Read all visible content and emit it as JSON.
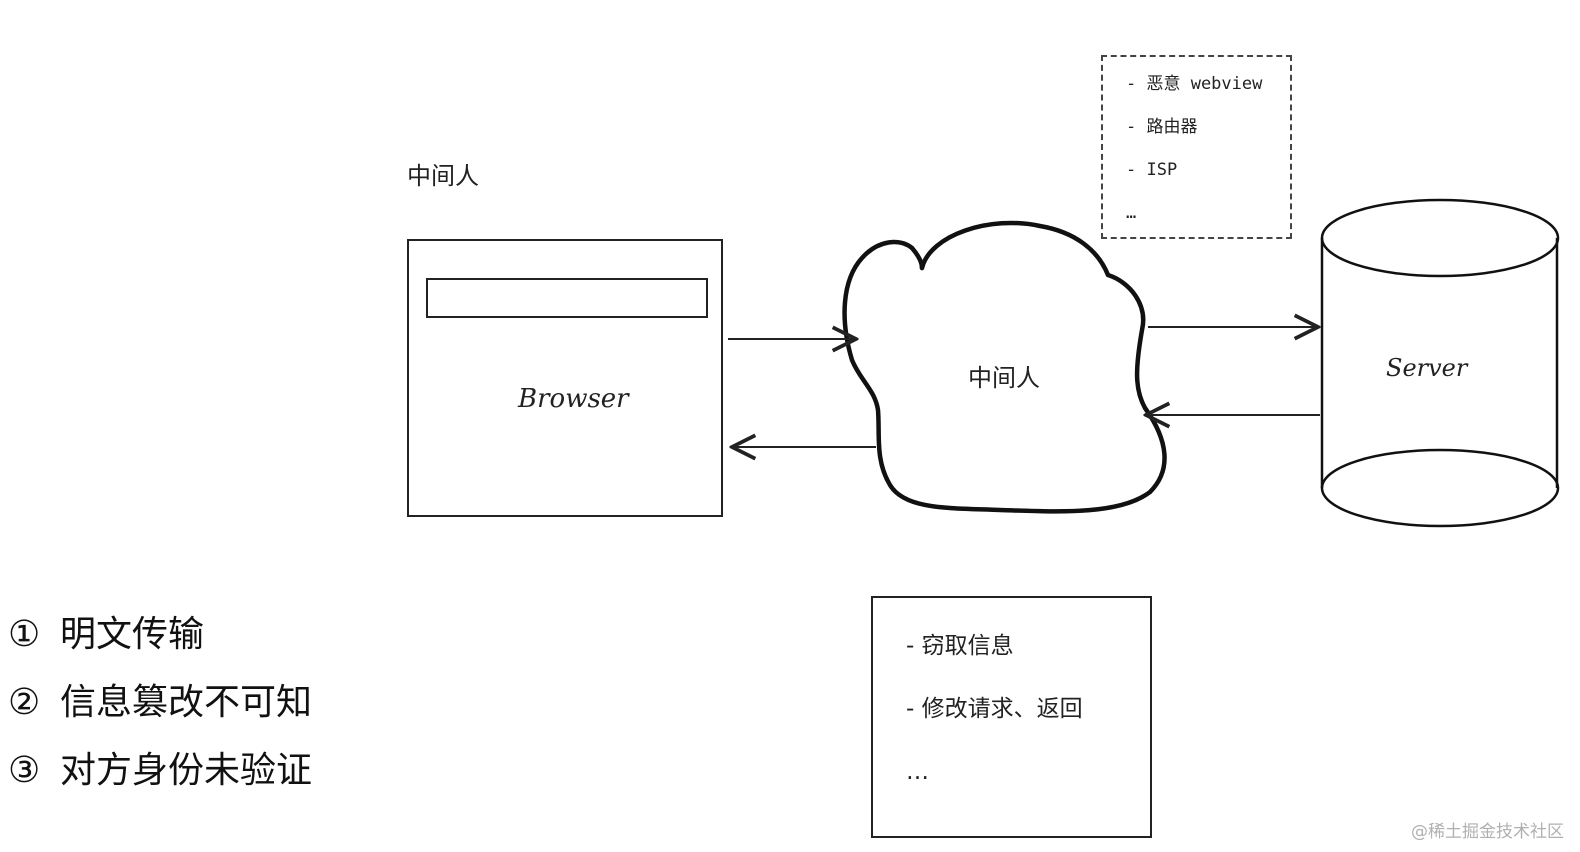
{
  "top_label": "中间人",
  "browser": {
    "label": "Browser"
  },
  "cloud": {
    "label": "中间人"
  },
  "server": {
    "label": "Server"
  },
  "dashed_list": [
    "- 恶意 webview",
    "- 路由器",
    "- ISP",
    "…"
  ],
  "solid_list": [
    "- 窃取信息",
    "- 修改请求、返回",
    "…"
  ],
  "numbered_items": [
    {
      "num": "①",
      "text": "明文传输"
    },
    {
      "num": "②",
      "text": "信息篡改不可知"
    },
    {
      "num": "③",
      "text": "对方身份未验证"
    }
  ],
  "watermark": "@稀土掘金技术社区"
}
